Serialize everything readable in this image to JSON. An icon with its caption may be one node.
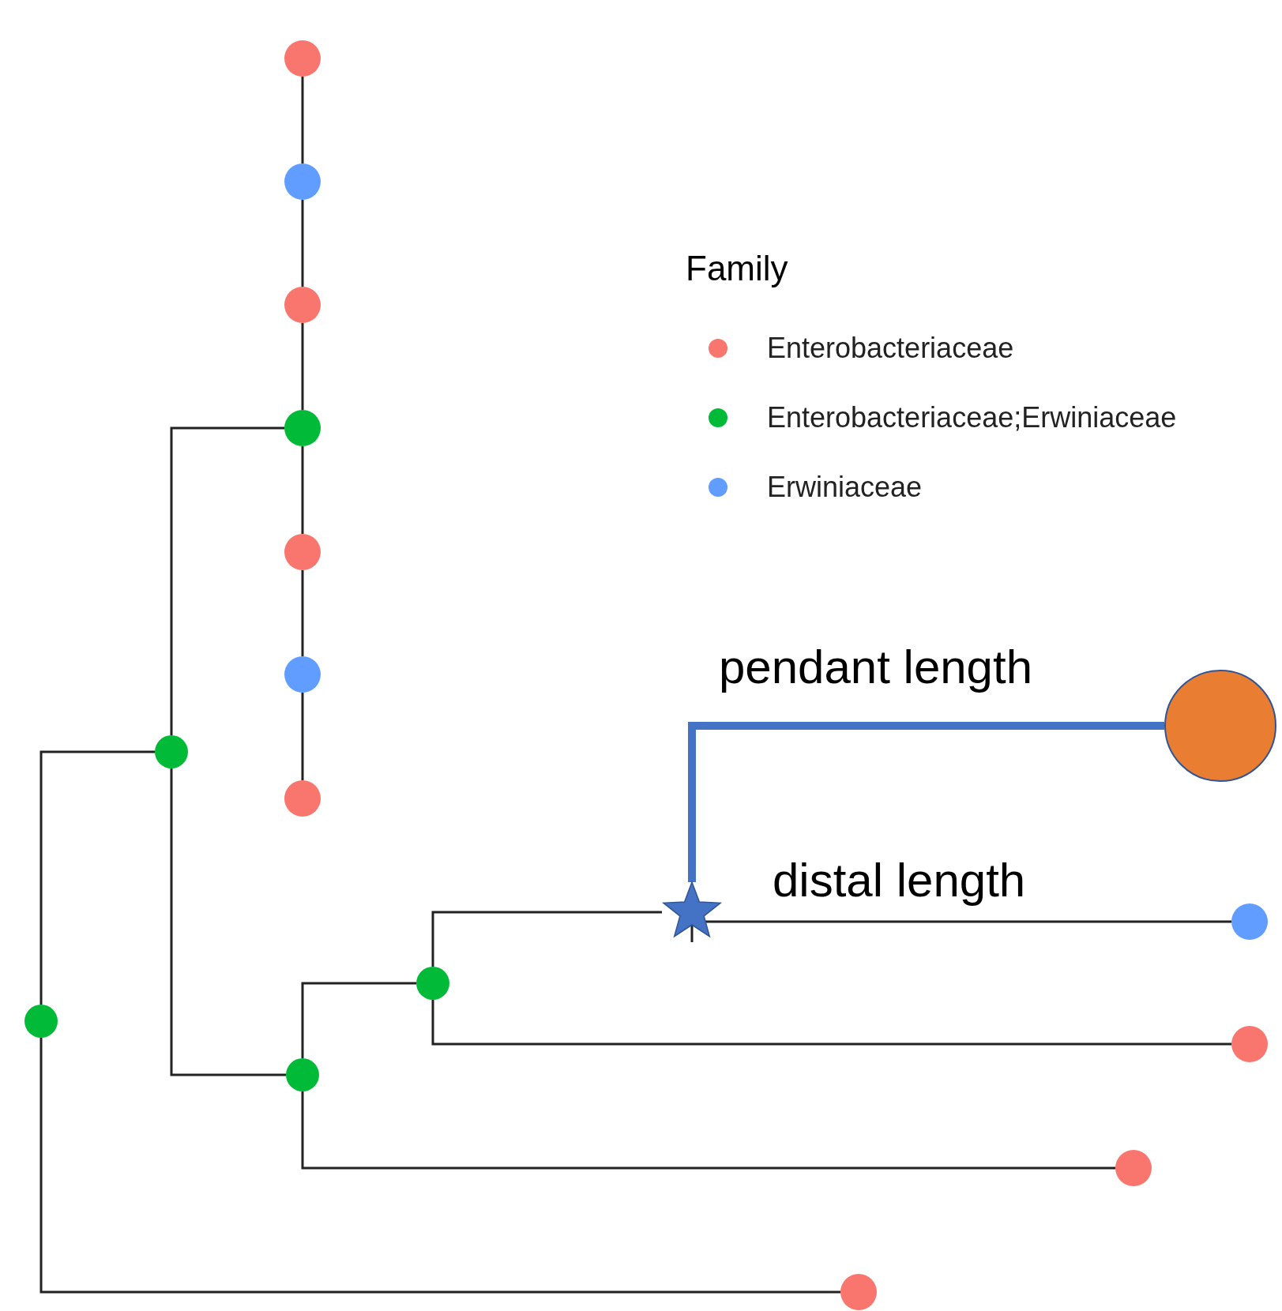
{
  "diagram": {
    "nodes": [
      {
        "text": [],
        "shape": "circle"
      },
      {
        "text": [],
        "shape": "circle"
      },
      {
        "text": [],
        "shape": "circle"
      },
      {
        "text": [],
        "shape": "circle"
      },
      {
        "text": [],
        "shape": "circle"
      },
      {
        "text": [],
        "shape": "circle"
      },
      {
        "text": [],
        "shape": "circle"
      },
      {
        "text": [],
        "shape": "circle"
      },
      {
        "text": [],
        "shape": "circle"
      },
      {
        "text": [],
        "shape": "circle"
      },
      {
        "text": [],
        "shape": "star"
      },
      {
        "text": [],
        "shape": "circle"
      },
      {
        "text": [],
        "shape": "circle"
      },
      {
        "text": [],
        "shape": "circle"
      },
      {
        "text": [],
        "shape": "circle"
      },
      {
        "text": [],
        "shape": "circle"
      },
      {
        "text": [],
        "shape": "circle"
      }
    ],
    "edges": [
      {
        "from": 0,
        "to": 1,
        "arrow": "none"
      },
      {
        "from": 1,
        "to": 2,
        "arrow": "none"
      },
      {
        "from": 2,
        "to": 3,
        "arrow": "none"
      },
      {
        "from": 3,
        "to": 4,
        "arrow": "none"
      },
      {
        "from": 4,
        "to": 5,
        "arrow": "none"
      },
      {
        "from": 5,
        "to": 6,
        "arrow": "none"
      },
      {
        "from": 7,
        "to": 3,
        "arrow": "none"
      },
      {
        "from": 8,
        "to": 7,
        "arrow": "none"
      },
      {
        "from": 7,
        "to": 14,
        "arrow": "none"
      },
      {
        "from": 14,
        "to": 12,
        "arrow": "none"
      },
      {
        "from": 12,
        "to": 10,
        "arrow": "none"
      },
      {
        "from": 10,
        "to": 11,
        "arrow": "none"
      },
      {
        "from": 10,
        "to": 9,
        "arrow": "none",
        "style": "thick",
        "color": "#4472c4"
      },
      {
        "from": 12,
        "to": 13,
        "arrow": "none"
      },
      {
        "from": 14,
        "to": 15,
        "arrow": "none"
      },
      {
        "from": 8,
        "to": 16,
        "arrow": "none"
      }
    ],
    "labels": [
      "Family",
      "pendant length",
      "distal length"
    ],
    "legend": [
      {
        "text": "Enterobacteriaceae",
        "color": "#f8766d"
      },
      {
        "text": "Enterobacteriaceae;Erwiniaceae",
        "color": "#00ba38"
      },
      {
        "text": "Erwiniaceae",
        "color": "#619cff"
      }
    ]
  }
}
